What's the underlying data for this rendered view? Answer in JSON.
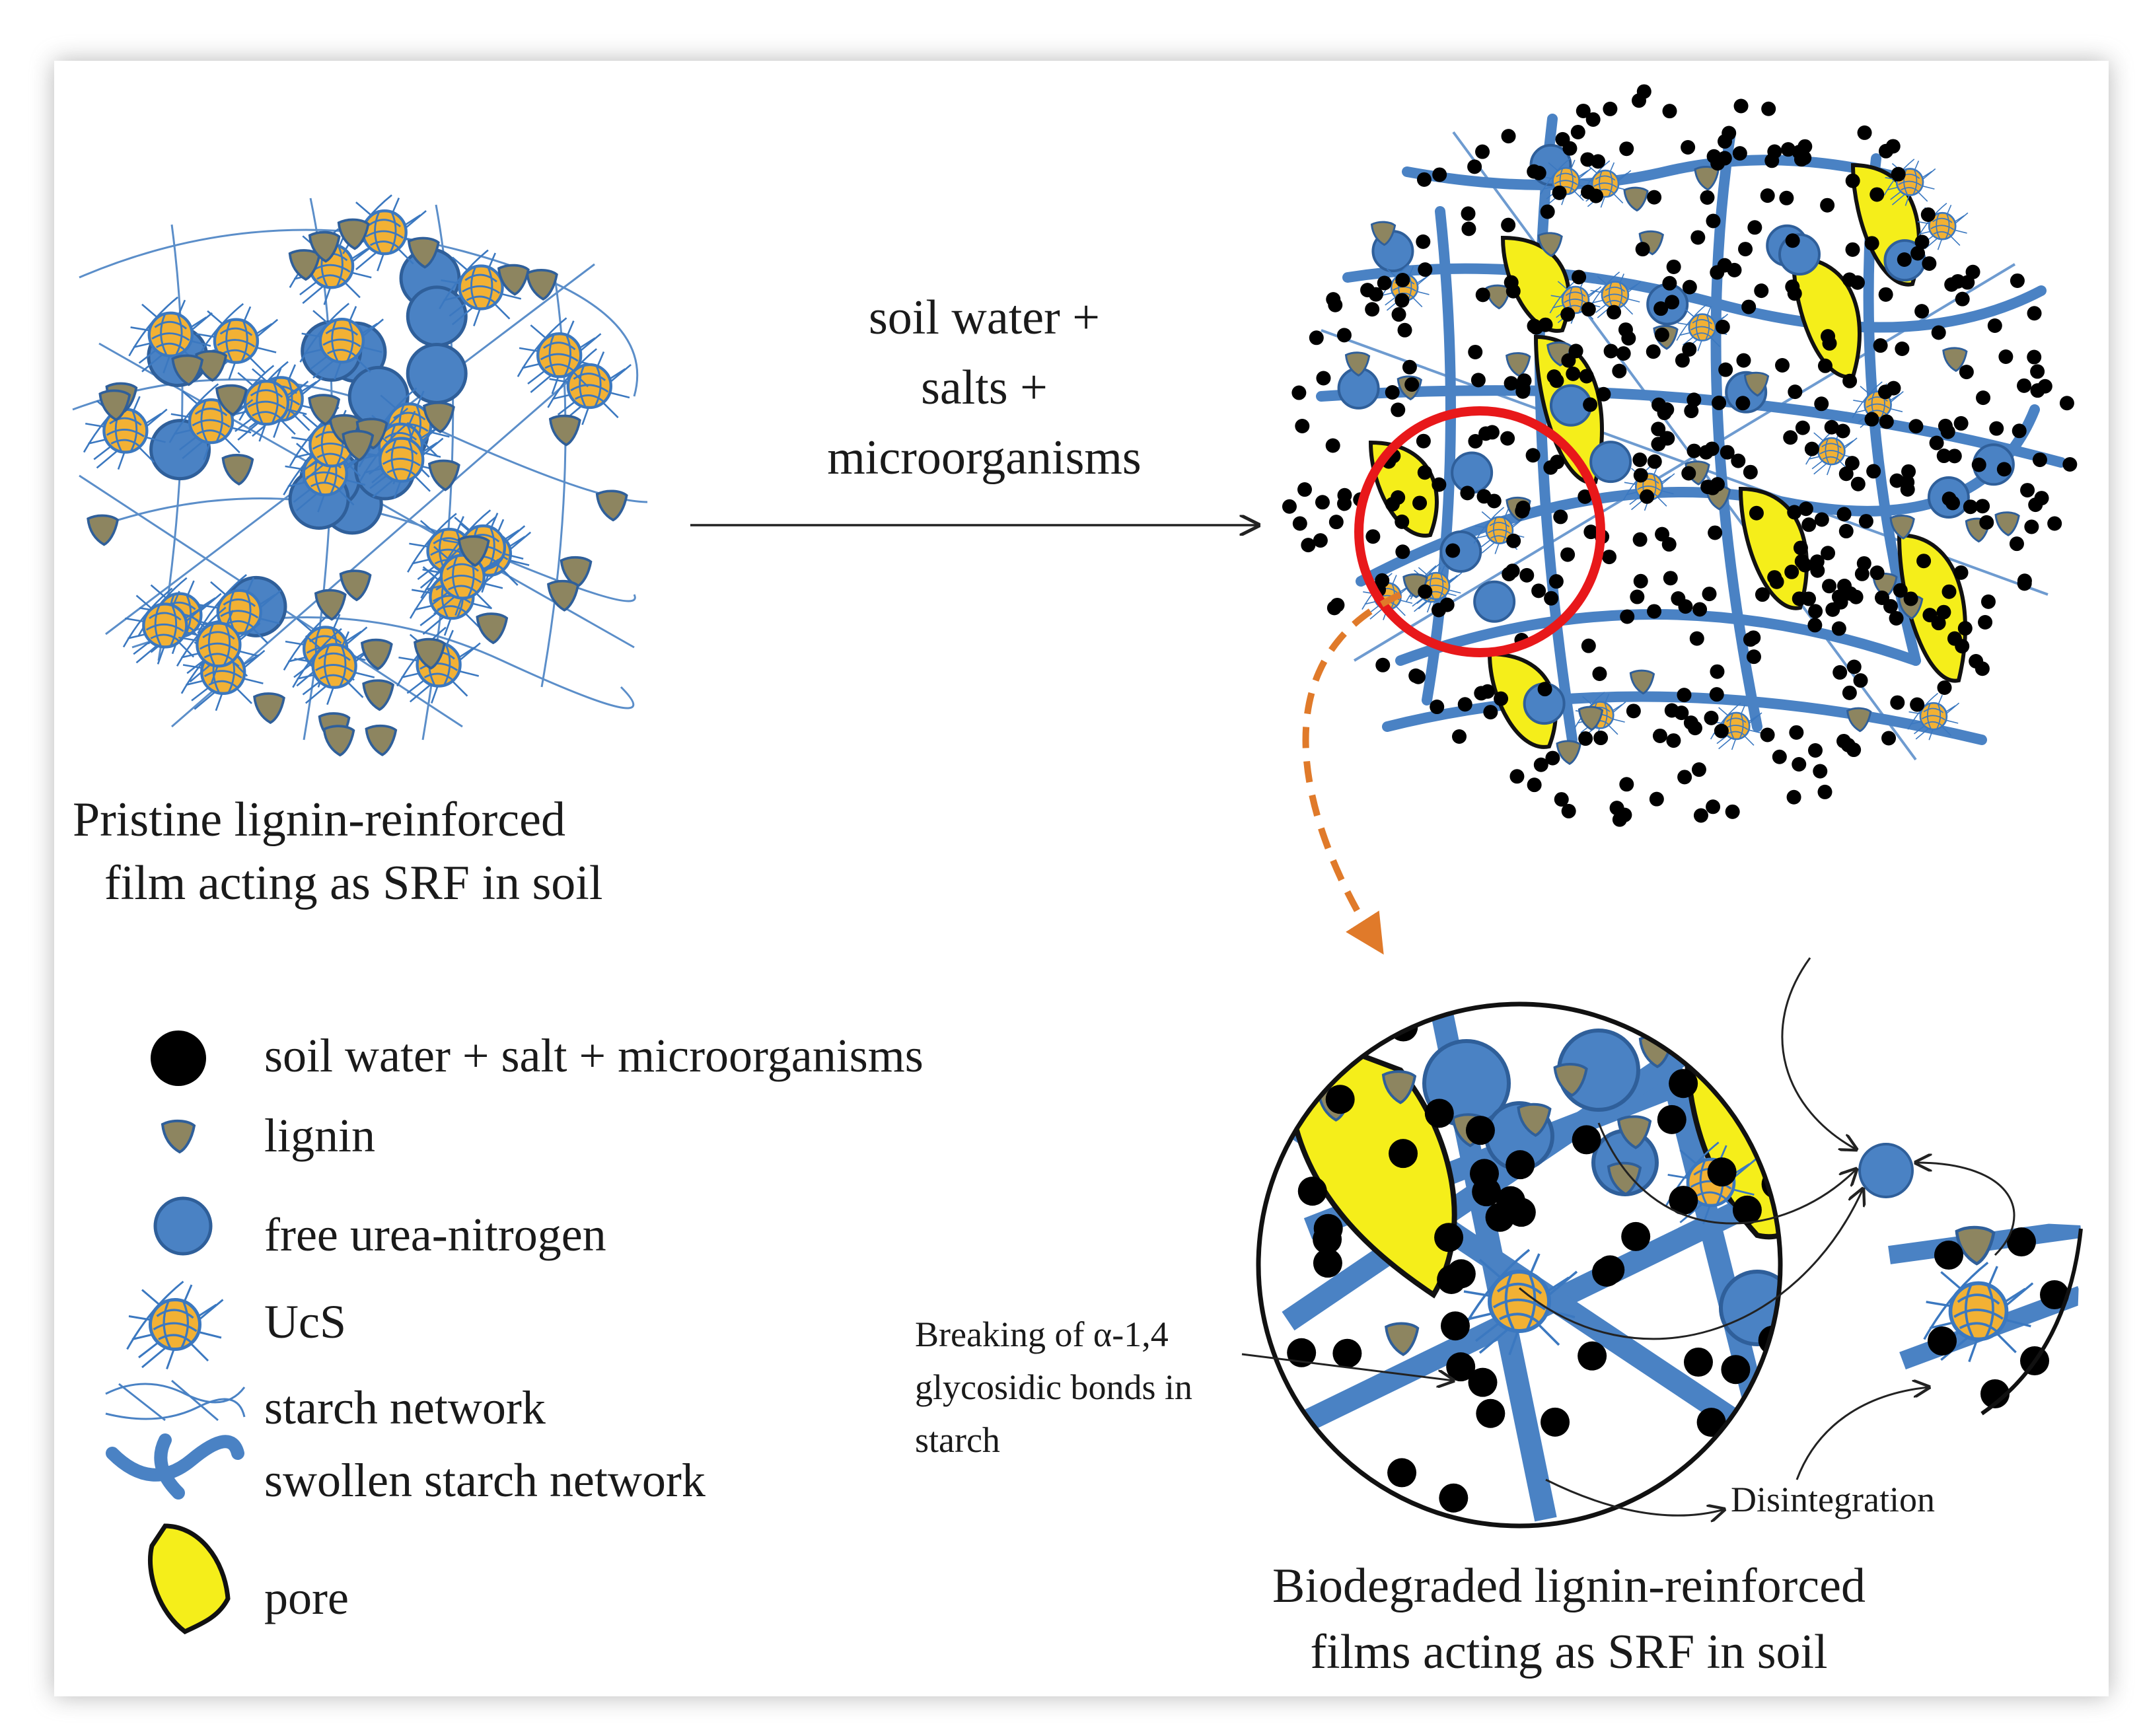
{
  "arrow_label": [
    "soil water +",
    "salts +",
    "microorganisms"
  ],
  "pristine_caption": [
    "Pristine lignin-reinforced",
    "film acting as SRF in soil"
  ],
  "biodegraded_caption": [
    "Biodegraded lignin-reinforced",
    "films acting as SRF in soil"
  ],
  "breaking_label": [
    "Breaking of α-1,4",
    "glycosidic bonds in",
    "starch"
  ],
  "disintegration_label": "Disintegration",
  "legend": [
    {
      "label": "soil water + salt + microorganisms",
      "icon": "black-dot-icon"
    },
    {
      "label": "lignin",
      "icon": "lignin-icon"
    },
    {
      "label": "free urea-nitrogen",
      "icon": "blue-circle-icon"
    },
    {
      "label": "UcS",
      "icon": "ucs-icon"
    },
    {
      "label": "starch network",
      "icon": "starch-network-icon"
    },
    {
      "label": "swollen starch network",
      "icon": "swollen-starch-icon"
    },
    {
      "label": "pore",
      "icon": "pore-icon"
    }
  ],
  "colors": {
    "blue": "#4a82c4",
    "blue_stroke": "#2f5f9a",
    "ucs_fill": "#f2b134",
    "lignin_fill": "#8d8560",
    "pore_fill": "#f5ee1a",
    "soil": "#000000",
    "highlight_circle": "#e8181a",
    "dashed_arrow": "#e07a2a"
  }
}
